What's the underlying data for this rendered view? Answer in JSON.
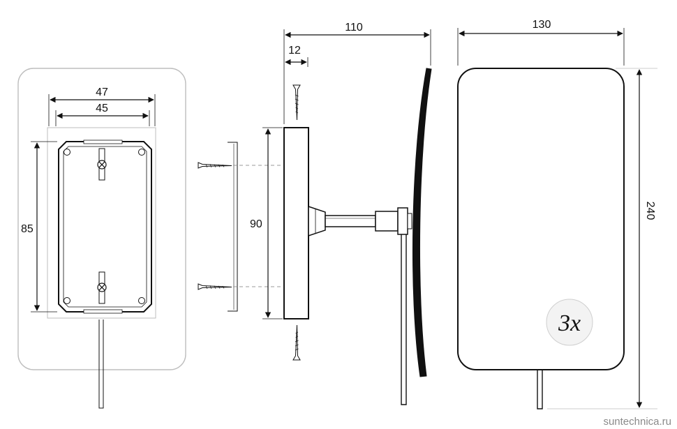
{
  "dimensions": {
    "plate_outer_width": "47",
    "plate_inner_width": "45",
    "plate_height": "85",
    "arm_depth": "110",
    "base_depth": "12",
    "base_height": "90",
    "mirror_width": "130",
    "mirror_height": "240"
  },
  "badge": {
    "magnification": "3x"
  },
  "watermark": "suntechnica.ru",
  "colors": {
    "line": "#111111",
    "dash": "#9a9a9a",
    "wall": "#bdbdbd",
    "badge_fill": "#f3f3f3"
  }
}
